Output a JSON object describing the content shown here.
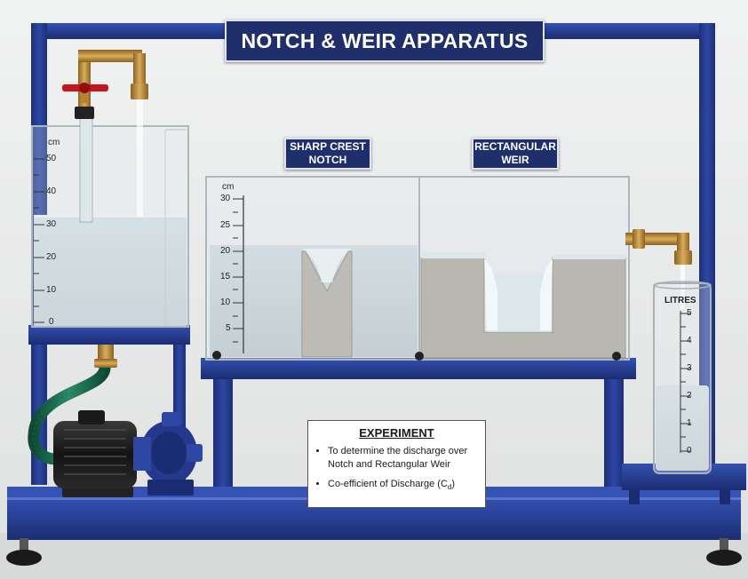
{
  "title": "NOTCH & WEIR APPARATUS",
  "notch_sign": {
    "line1": "SHARP CREST",
    "line2": "NOTCH"
  },
  "weir_sign": {
    "line1": "RECTANGULAR",
    "line2": "WEIR"
  },
  "left_tank": {
    "unit": "cm",
    "ticks": [
      "50",
      "40",
      "30",
      "20",
      "10",
      "0"
    ]
  },
  "channel": {
    "unit": "cm",
    "ticks": [
      "30",
      "25",
      "20",
      "15",
      "10",
      "5"
    ]
  },
  "cylinder": {
    "unit": "LITRES",
    "ticks": [
      "5",
      "4",
      "3",
      "2",
      "1",
      "0"
    ]
  },
  "experiment": {
    "heading": "EXPERIMENT",
    "item1": "To determine the discharge over Notch and Rectangular Weir",
    "item2_main": "Co-efficient of Discharge (C",
    "item2_sub": "d",
    "item2_end": ")"
  },
  "colors": {
    "frame": "#243a8a",
    "sign": "#1f2f6b",
    "water": "#c9d6dc",
    "brass": "#b88a3a",
    "valve": "#c4161c"
  }
}
